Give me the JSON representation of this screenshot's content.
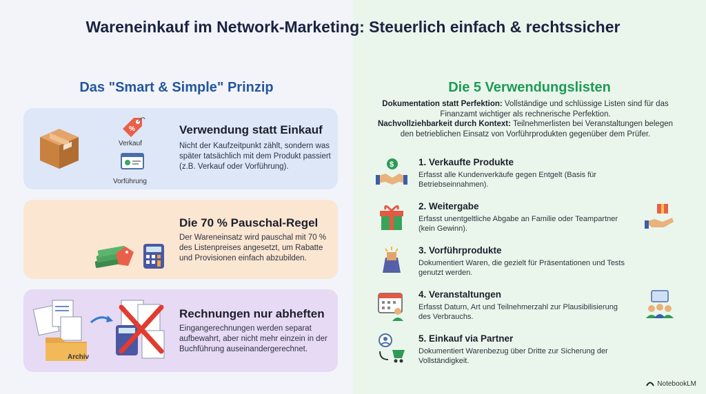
{
  "header": {
    "title": "Wareneinkauf im Network-Marketing: Steuerlich einfach & rechtssicher"
  },
  "left": {
    "title": "Das \"Smart & Simple\" Prinzip",
    "cards": [
      {
        "title": "Verwendung statt Einkauf",
        "text": "Nicht der Kaufzeitpunkt zählt, sondern was später tatsächlich mit dem Produkt passiert (z.B. Verkauf oder Vorführung).",
        "label_sale": "Verkauf",
        "label_demo": "Vorführung"
      },
      {
        "title": "Die 70 % Pauschal-Regel",
        "text": "Der Wareneinsatz wird pauschal mit 70 % des Listenpreises angesetzt, um Rabatte und Provisionen einfach abzubilden."
      },
      {
        "title": "Rechnungen nur abheften",
        "text": "Eingangerechnungen werden separat aufbewahrt, aber nicht mehr einzein in der Buchführung auseinandergerechnet.",
        "folder_label": "Archiv"
      }
    ]
  },
  "right": {
    "title": "Die 5 Verwendungslisten",
    "intro": {
      "p1_bold": "Dokumentation statt Perfektion:",
      "p1_text": " Vollständige und schlüssige Listen sind für das Finanzamt wichtiger als rechnerische Perfektion.",
      "p2_bold": "Nachvollziehbarkeit durch Kontext:",
      "p2_text": " Teilnehmerlisten bei Veranstaltungen belegen den betrieblichen Einsatz von Vorführprodukten gegenüber dem Prüfer."
    },
    "items": [
      {
        "title": "1. Verkaufte Produkte",
        "text": "Erfasst alle Kundenverkäufe gegen Entgelt (Basis für Betriebseinnahmen)."
      },
      {
        "title": "2. Weitergabe",
        "text": "Erfasst unentgeltliche Abgabe an Familie oder Teampartner (kein Gewinn)."
      },
      {
        "title": "3. Vorführprodukte",
        "text": "Dokumentiert Waren, die gezielt für Präsentationen und Tests genutzt werden."
      },
      {
        "title": "4. Veranstaltungen",
        "text": "Erfasst Daturn, Art und Teilnehmerzahl zur Plausibilisierung des Verbrauchs."
      },
      {
        "title": "5. Einkauf via Partner",
        "text": "Dokumentiert Warenbezug über Dritte zur Sicherung der Vollständigkeit."
      }
    ]
  },
  "footer": {
    "brand": "NotebookLM"
  },
  "colors": {
    "accent_blue": "#24569c",
    "accent_green": "#1f9a55"
  }
}
